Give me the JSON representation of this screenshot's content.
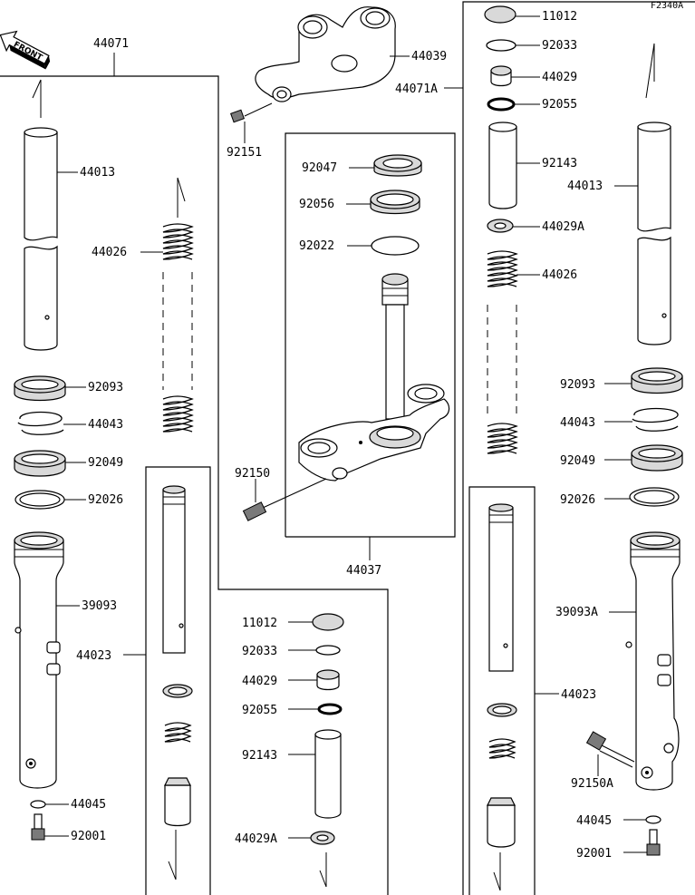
{
  "figure_code": "F2340A",
  "front_label": "FRONT",
  "labels": {
    "assy_left": "44071",
    "assy_right": "44071A",
    "bracket_upper": "44039",
    "bolt_upper": "92151",
    "stem_assy": "44037",
    "stem_seal_upper": "92047",
    "stem_seal_mid": "92056",
    "stem_washer": "92022",
    "stem_bolt": "92150",
    "left_tube": "44013",
    "left_spring": "44026",
    "left_seal": "92093",
    "left_clip": "44043",
    "left_oil_seal": "92049",
    "left_washer": "92026",
    "left_outer_tube": "39093",
    "left_cylinder": "44023",
    "left_gasket": "44045",
    "left_bolt": "92001",
    "mid_cap": "11012",
    "mid_circlip": "92033",
    "mid_plug": "44029",
    "mid_oring": "92055",
    "mid_collar": "92143",
    "mid_spacer": "44029A",
    "right_cap": "11012",
    "right_circlip": "92033",
    "right_plug": "44029",
    "right_oring": "92055",
    "right_collar": "92143",
    "right_tube": "44013",
    "right_spacer": "44029A",
    "right_spring": "44026",
    "right_seal": "92093",
    "right_clip": "44043",
    "right_oil_seal": "92049",
    "right_washer": "92026",
    "right_outer_tube": "39093A",
    "right_cylinder": "44023",
    "right_bolt_axle": "92150A",
    "right_gasket": "44045",
    "right_bolt": "92001"
  }
}
